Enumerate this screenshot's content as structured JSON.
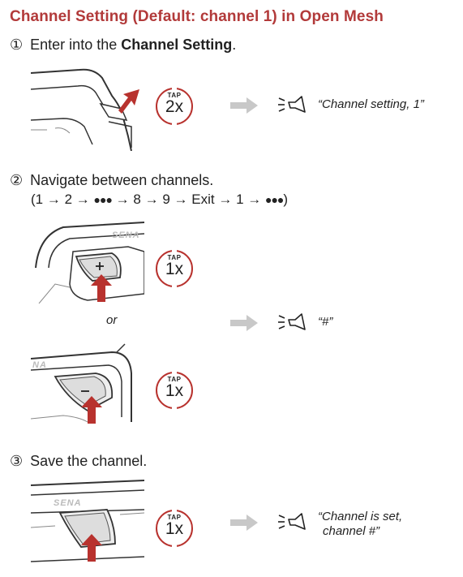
{
  "title": "Channel Setting (Default: channel 1) in Open Mesh",
  "steps": [
    {
      "num": "①",
      "text_prefix": "Enter into the ",
      "text_bold": "Channel Setting",
      "text_suffix": "."
    },
    {
      "num": "②",
      "text": "Navigate between channels."
    },
    {
      "num": "③",
      "text": "Save the channel."
    }
  ],
  "sequence": {
    "open": "(1",
    "arrow": "→",
    "n2": "2",
    "dots": "●●●",
    "n8": "8",
    "n9": "9",
    "exit": "Exit",
    "n1": "1",
    "close": ")"
  },
  "tap_label": "TAP",
  "taps": [
    "2x",
    "1x",
    "1x",
    "1x"
  ],
  "or_label": "or",
  "device_brand": "SENA",
  "voice_prompts": {
    "p1": "“Channel setting, 1”",
    "p2": "“#”",
    "p3_line1": "“Channel is set,",
    "p3_line2": "channel #”"
  },
  "colors": {
    "title": "#b23a3a",
    "accent_red": "#b8322e",
    "arrow_gray": "#c8c8c8",
    "ink": "#222222"
  },
  "icons": [
    "press-arrow-icon",
    "tap-badge-icon",
    "right-arrow-icon",
    "speaker-icon"
  ]
}
